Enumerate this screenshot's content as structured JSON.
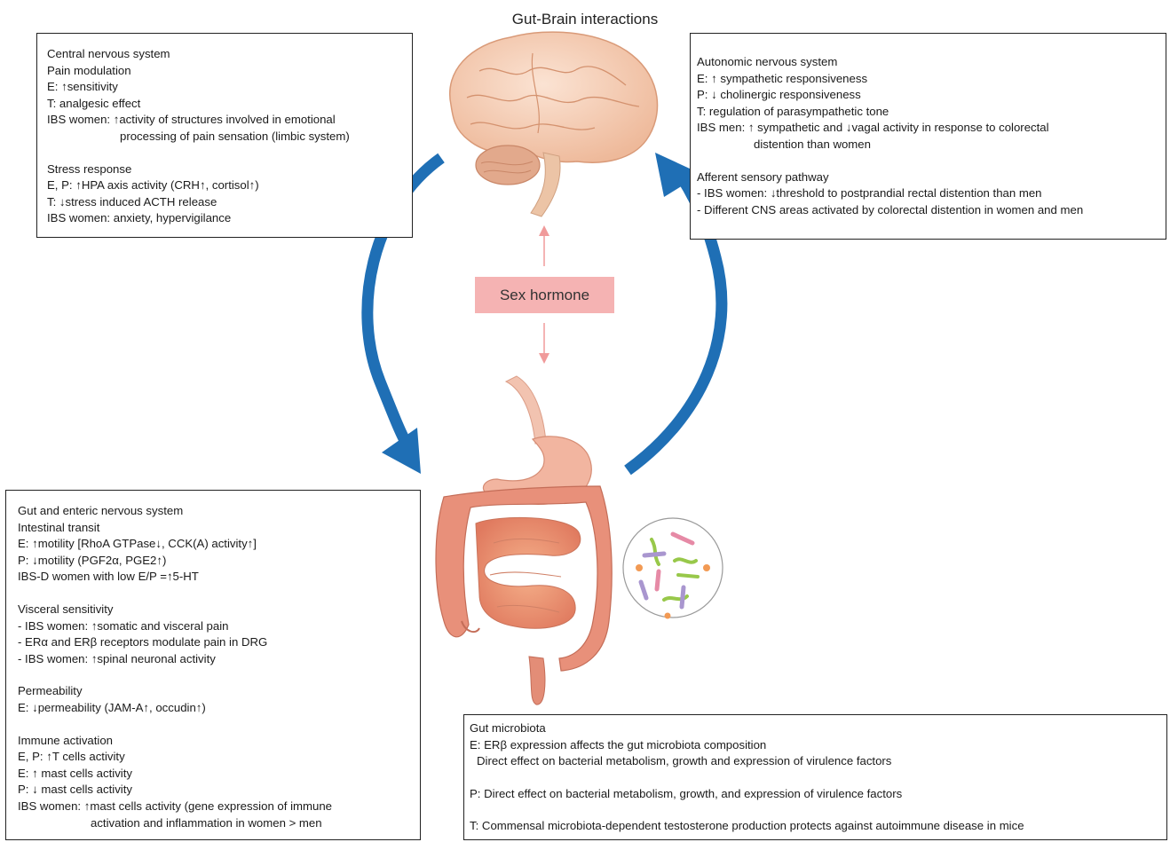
{
  "title": "Gut-Brain interactions",
  "hormone_label": "Sex hormone",
  "colors": {
    "arrow_blue": "#1f6fb5",
    "hormone_box": "#f5b3b3",
    "hormone_arrow": "#f09a9a"
  },
  "icons": [
    "brain-illustration",
    "digestive-tract-illustration",
    "microbiota-illustration"
  ],
  "cns": {
    "title": "Central nervous system",
    "pain_title": "Pain modulation",
    "pain_e": "E: ↑sensitivity",
    "pain_t": "T: analgesic effect",
    "pain_ibs_1": "IBS women: ↑activity of structures involved in emotional",
    "pain_ibs_2": "processing of pain sensation (limbic system)",
    "stress_title": "Stress response",
    "stress_ep": "E, P:  ↑HPA axis activity (CRH↑, cortisol↑)",
    "stress_t": "T:  ↓stress induced ACTH release",
    "stress_ibs": "IBS women: anxiety, hypervigilance"
  },
  "ans": {
    "title": "Autonomic nervous system",
    "e": "E:  ↑ sympathetic responsiveness",
    "p": "P:  ↓ cholinergic responsiveness",
    "t": "T: regulation of parasympathetic tone",
    "ibs_1": "IBS men:  ↑ sympathetic and ↓vagal activity in response to colorectal",
    "ibs_2": "distention than women",
    "afferent_title": "Afferent sensory pathway",
    "afferent_1": "- IBS women:  ↓threshold to postprandial rectal distention than men",
    "afferent_2": "- Different CNS areas activated by colorectal distention in women and men"
  },
  "gut": {
    "title": "Gut and enteric nervous system",
    "transit_title": "Intestinal transit",
    "transit_e": "E:  ↑motility [RhoA GTPase↓, CCK(A) activity↑]",
    "transit_p": "P:  ↓motility (PGF2α, PGE2↑)",
    "transit_ibs": "IBS-D women with low E/P =↑5-HT",
    "visceral_title": "Visceral sensitivity",
    "visceral_1": "- IBS women:  ↑somatic and visceral pain",
    "visceral_2": "- ERα and ERβ receptors modulate pain in DRG",
    "visceral_3": "- IBS women:  ↑spinal neuronal activity",
    "perm_title": "Permeability",
    "perm_e": "E:  ↓permeability (JAM-A↑, occudin↑)",
    "immune_title": "Immune activation",
    "immune_ep": "E, P:  ↑T cells activity",
    "immune_e": "E:  ↑ mast cells activity",
    "immune_p": "P:  ↓ mast cells activity",
    "immune_ibs_1": "IBS women:  ↑mast cells activity (gene expression of immune",
    "immune_ibs_2": "activation and inflammation in women > men"
  },
  "micro": {
    "title": "Gut microbiota",
    "e_1": "E: ERβ expression affects the gut microbiota composition",
    "e_2": "Direct effect on bacterial metabolism, growth and expression of virulence factors",
    "p": "P: Direct effect on bacterial metabolism, growth, and expression of virulence factors",
    "t": "T: Commensal microbiota-dependent testosterone production protects against autoimmune disease in mice"
  }
}
